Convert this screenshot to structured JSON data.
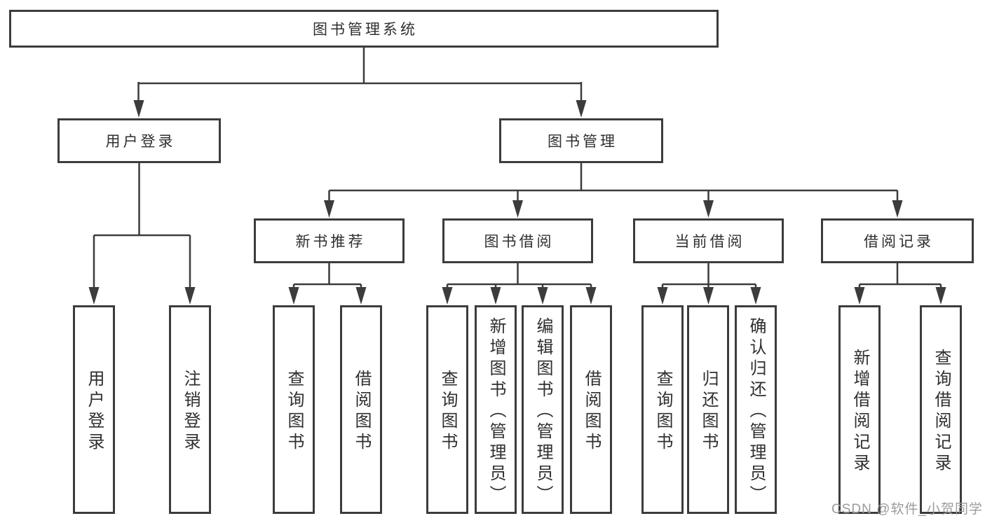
{
  "tree": {
    "label": "图书管理系统",
    "children": [
      {
        "label": "用户登录",
        "children": [
          {
            "label": "用户登录"
          },
          {
            "label": "注销登录"
          }
        ]
      },
      {
        "label": "图书管理",
        "children": [
          {
            "label": "新书推荐",
            "children": [
              {
                "label": "查询图书"
              },
              {
                "label": "借阅图书"
              }
            ]
          },
          {
            "label": "图书借阅",
            "children": [
              {
                "label": "查询图书"
              },
              {
                "label": "新增图书（管理员）"
              },
              {
                "label": "编辑图书（管理员）"
              },
              {
                "label": "借阅图书"
              }
            ]
          },
          {
            "label": "当前借阅",
            "children": [
              {
                "label": "查询图书"
              },
              {
                "label": "归还图书"
              },
              {
                "label": "确认归还（管理员）"
              }
            ]
          },
          {
            "label": "借阅记录",
            "children": [
              {
                "label": "新增借阅记录"
              },
              {
                "label": "查询借阅记录"
              }
            ]
          }
        ]
      }
    ]
  },
  "watermark": {
    "text": "CSDN @软件_小贺同学",
    "color": "#9b9b9b"
  },
  "colors": {
    "line": "#3c3c3c",
    "box_border": "#3c3c3c",
    "text": "#2f2f2f",
    "background": "#ffffff"
  }
}
